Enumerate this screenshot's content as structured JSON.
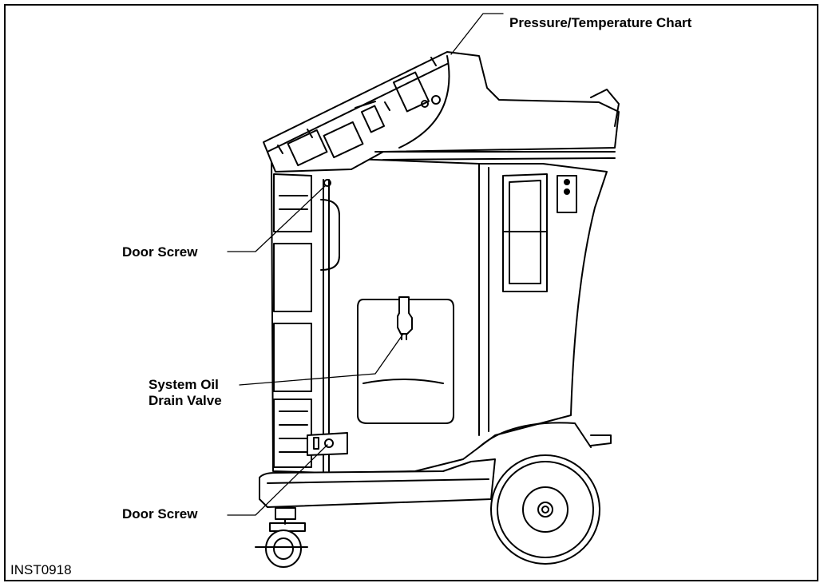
{
  "figure": {
    "id": "INST0918",
    "callouts": {
      "pressure_chart": "Pressure/Temperature Chart",
      "door_screw_upper": "Door  Screw",
      "oil_drain_line1": "System Oil",
      "oil_drain_line2": "Drain Valve",
      "door_screw_lower": "Door  Screw"
    }
  }
}
